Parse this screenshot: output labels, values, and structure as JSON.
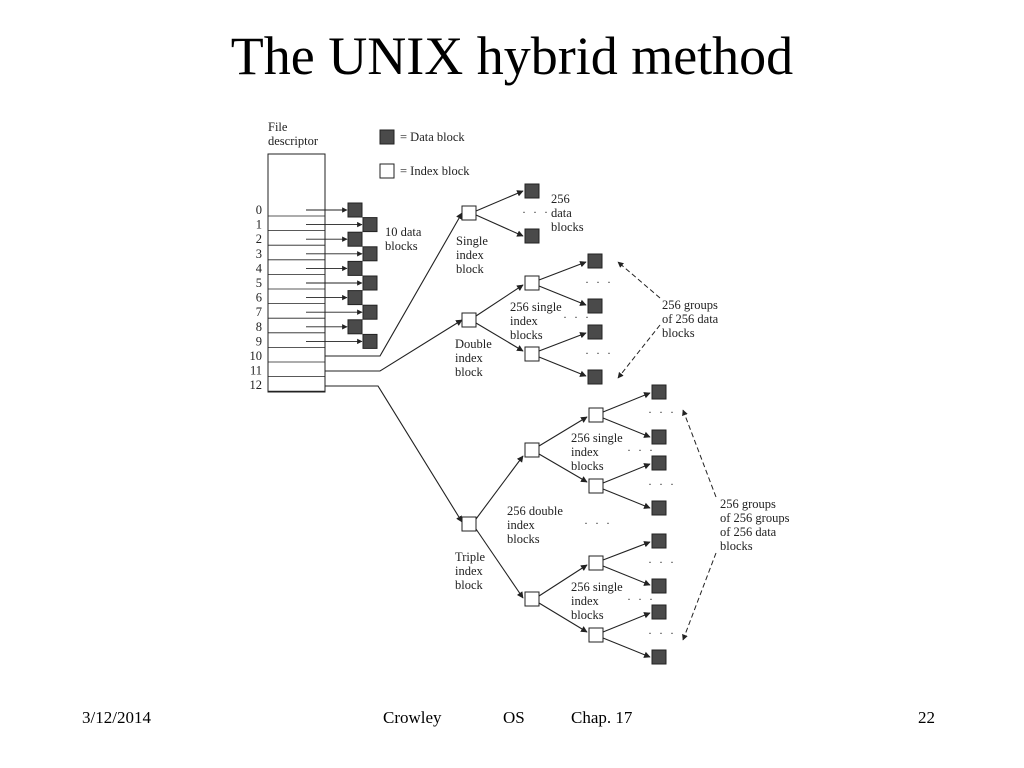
{
  "slide": {
    "title": "The UNIX hybrid method"
  },
  "legend": {
    "data_block": "= Data block",
    "index_block": "= Index block"
  },
  "file_descriptor": {
    "label_line1": "File",
    "label_line2": "descriptor",
    "entries": [
      "0",
      "1",
      "2",
      "3",
      "4",
      "5",
      "6",
      "7",
      "8",
      "9",
      "10",
      "11",
      "12"
    ]
  },
  "direct": {
    "line1": "10 data",
    "line2": "blocks"
  },
  "single": {
    "label": [
      "Single",
      "index",
      "block"
    ],
    "data_label": [
      "256",
      "data",
      "blocks"
    ]
  },
  "double": {
    "label": [
      "Double",
      "index",
      "block"
    ],
    "mid_label": [
      "256 single",
      "index",
      "blocks"
    ],
    "groups_label": [
      "256 groups",
      "of 256 data",
      "blocks"
    ]
  },
  "triple": {
    "label": [
      "Triple",
      "index",
      "block"
    ],
    "upper_single_label": [
      "256 single",
      "index",
      "blocks"
    ],
    "double_label": [
      "256 double",
      "index",
      "blocks"
    ],
    "lower_single_label": [
      "256 single",
      "index",
      "blocks"
    ],
    "groups_label": [
      "256 groups",
      "of 256 groups",
      "of 256 data",
      "blocks"
    ]
  },
  "ellipsis": "· · ·",
  "colors": {
    "data_block_fill": "#4a4a4a",
    "index_block_fill": "#ffffff",
    "line": "#222222"
  },
  "footer": {
    "date": "3/12/2014",
    "author": "Crowley",
    "course": "OS",
    "chapter": "Chap. 17",
    "page": "22"
  }
}
